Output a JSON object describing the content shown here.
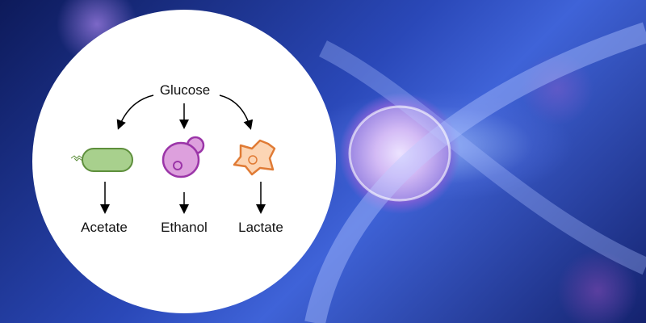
{
  "diagram": {
    "source": "Glucose",
    "products": [
      "Acetate",
      "Ethanol",
      "Lactate"
    ],
    "organisms": [
      "bacterium-icon",
      "yeast-icon",
      "animal-cell-icon"
    ],
    "colors": {
      "bacterium": "#a8d08d",
      "yeast": "#dda0dd",
      "cell": "#fcd5b4"
    }
  }
}
